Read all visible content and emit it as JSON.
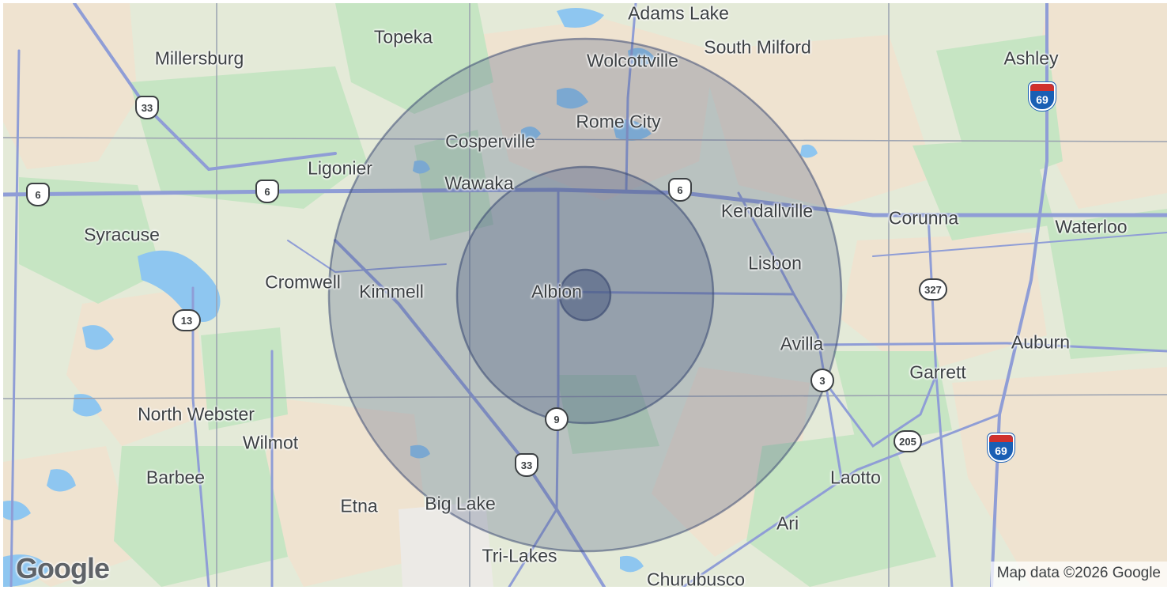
{
  "map": {
    "center_label": "Albion",
    "colors": {
      "land": "#e4ead8",
      "forest": "#c6e5c3",
      "farmland": "#efe3d0",
      "water": "#8ec6f0",
      "road": "#8f9dd6",
      "county_line": "#9aa1b0",
      "radius_fill": "#4a5b82",
      "radius_stroke": "#3e4d74"
    },
    "radius_rings": 3,
    "towns": [
      {
        "id": "adams-lake",
        "name": "Adams Lake"
      },
      {
        "id": "topeka",
        "name": "Topeka"
      },
      {
        "id": "south-milford",
        "name": "South Milford"
      },
      {
        "id": "wolcottville",
        "name": "Wolcottville"
      },
      {
        "id": "ashley",
        "name": "Ashley"
      },
      {
        "id": "millersburg",
        "name": "Millersburg"
      },
      {
        "id": "rome-city",
        "name": "Rome City"
      },
      {
        "id": "cosperville",
        "name": "Cosperville"
      },
      {
        "id": "ligonier",
        "name": "Ligonier"
      },
      {
        "id": "wawaka",
        "name": "Wawaka"
      },
      {
        "id": "kendallville",
        "name": "Kendallville"
      },
      {
        "id": "corunna",
        "name": "Corunna"
      },
      {
        "id": "waterloo",
        "name": "Waterloo"
      },
      {
        "id": "syracuse",
        "name": "Syracuse"
      },
      {
        "id": "lisbon",
        "name": "Lisbon"
      },
      {
        "id": "cromwell",
        "name": "Cromwell"
      },
      {
        "id": "kimmell",
        "name": "Kimmell"
      },
      {
        "id": "albion",
        "name": "Albion"
      },
      {
        "id": "avilla",
        "name": "Avilla"
      },
      {
        "id": "auburn",
        "name": "Auburn"
      },
      {
        "id": "garrett",
        "name": "Garrett"
      },
      {
        "id": "north-webster",
        "name": "North Webster"
      },
      {
        "id": "wilmot",
        "name": "Wilmot"
      },
      {
        "id": "barbee",
        "name": "Barbee"
      },
      {
        "id": "laotto",
        "name": "Laotto"
      },
      {
        "id": "etna",
        "name": "Etna"
      },
      {
        "id": "big-lake",
        "name": "Big Lake"
      },
      {
        "id": "ari",
        "name": "Ari"
      },
      {
        "id": "tri-lakes",
        "name": "Tri-Lakes"
      },
      {
        "id": "churubusco",
        "name": "Churubusco"
      }
    ],
    "shields": [
      {
        "id": "us33-north",
        "number": "33",
        "type": "us"
      },
      {
        "id": "i69-north",
        "number": "69",
        "type": "interstate"
      },
      {
        "id": "us6-west",
        "number": "6",
        "type": "us"
      },
      {
        "id": "us6-ligonier",
        "number": "6",
        "type": "us"
      },
      {
        "id": "us6-east",
        "number": "6",
        "type": "us"
      },
      {
        "id": "sr327",
        "number": "327",
        "type": "state"
      },
      {
        "id": "sr13",
        "number": "13",
        "type": "state"
      },
      {
        "id": "sr3",
        "number": "3",
        "type": "state"
      },
      {
        "id": "sr9",
        "number": "9",
        "type": "state"
      },
      {
        "id": "sr205",
        "number": "205",
        "type": "state"
      },
      {
        "id": "us33-south",
        "number": "33",
        "type": "us"
      },
      {
        "id": "i69-south",
        "number": "69",
        "type": "interstate"
      }
    ]
  },
  "footer": {
    "logo": "Google",
    "attribution": "Map data ©2026 Google"
  }
}
